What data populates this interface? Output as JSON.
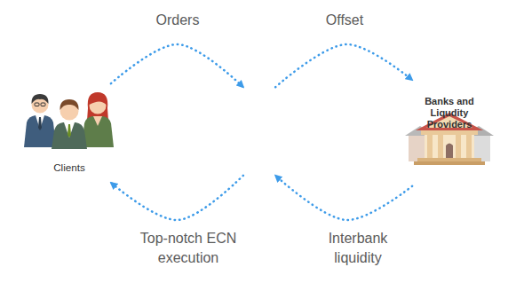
{
  "diagram": {
    "nodes": [
      {
        "text": [
          "Clients"
        ]
      },
      {
        "text": []
      },
      {
        "text": [
          "Banks and Liqudity Providers"
        ]
      }
    ],
    "edges": [
      {
        "from": 0,
        "to": 1,
        "label": "Orders",
        "arrow": "to"
      },
      {
        "from": 1,
        "to": 2,
        "label": "Offset",
        "arrow": "to"
      },
      {
        "from": 1,
        "to": 0,
        "label": "Top-notch ECN execution",
        "arrow": "to"
      },
      {
        "from": 2,
        "to": 1,
        "label": "Interbank liquidity",
        "arrow": "to"
      }
    ]
  }
}
